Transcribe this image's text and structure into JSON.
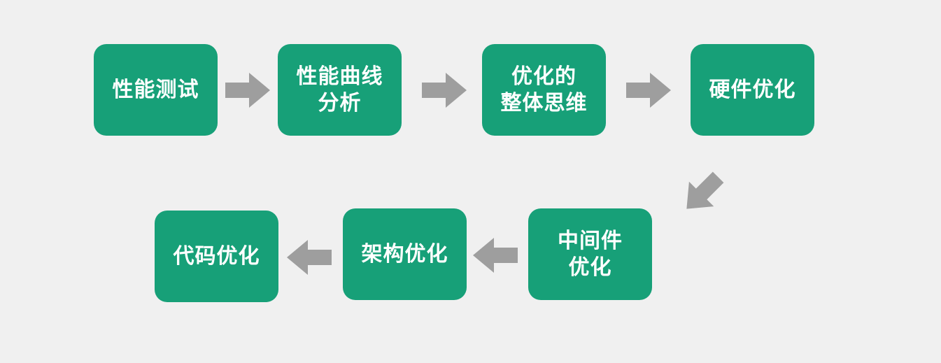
{
  "nodes": [
    {
      "id": "perf-test",
      "lines": [
        "性能测试"
      ]
    },
    {
      "id": "perf-curve",
      "lines": [
        "性能曲线",
        "分析"
      ]
    },
    {
      "id": "holistic",
      "lines": [
        "优化的",
        "整体思维"
      ]
    },
    {
      "id": "hardware",
      "lines": [
        "硬件优化"
      ]
    },
    {
      "id": "middleware",
      "lines": [
        "中间件",
        "优化"
      ]
    },
    {
      "id": "architecture",
      "lines": [
        "架构优化"
      ]
    },
    {
      "id": "code",
      "lines": [
        "代码优化"
      ]
    }
  ],
  "edges": [
    {
      "from": "perf-test",
      "to": "perf-curve"
    },
    {
      "from": "perf-curve",
      "to": "holistic"
    },
    {
      "from": "holistic",
      "to": "hardware"
    },
    {
      "from": "hardware",
      "to": "middleware"
    },
    {
      "from": "middleware",
      "to": "architecture"
    },
    {
      "from": "architecture",
      "to": "code"
    }
  ],
  "colors": {
    "node_fill": "#17a078",
    "node_text": "#ffffff",
    "arrow": "#9e9e9e",
    "background": "#f0f0f0"
  }
}
